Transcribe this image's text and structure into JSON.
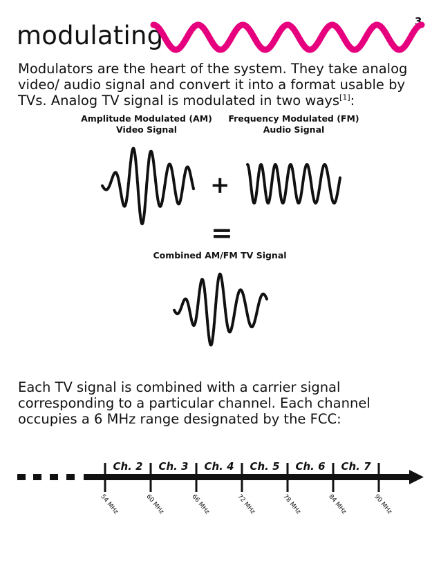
{
  "page_number": "3",
  "title": "modulating",
  "intro": {
    "text": "Modulators are the heart of the system. They take analog video/ audio signal and convert it into a format usable by TVs. Analog TV signal is modulated in two ways",
    "ref": "[1]",
    "tail": ":"
  },
  "diagram": {
    "am_caption_line1": "Amplitude Modulated (AM)",
    "am_caption_line2": "Video Signal",
    "fm_caption_line1": "Frequency Modulated (FM)",
    "fm_caption_line2": "Audio Signal",
    "plus": "+",
    "equals": "=",
    "combined_caption": "Combined AM/FM TV Signal"
  },
  "body_paragraph": "Each TV signal is combined with a carrier signal corresponding to a particular channel. Each channel occupies a 6 MHz range designated by the FCC:",
  "channels": [
    "Ch. 2",
    "Ch. 3",
    "Ch. 4",
    "Ch. 5",
    "Ch. 6",
    "Ch. 7"
  ],
  "frequencies": [
    "54 MHz",
    "60 MHz",
    "66 MHz",
    "72 MHz",
    "78 MHz",
    "84 MHz",
    "90 MHz"
  ],
  "colors": {
    "accent": "#e6007e",
    "ink": "#111111"
  }
}
